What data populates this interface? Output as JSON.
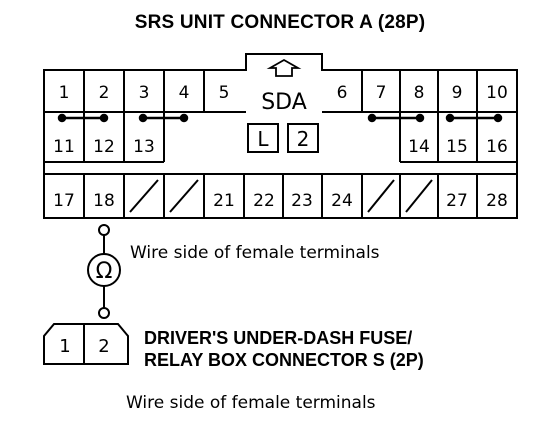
{
  "connector_a": {
    "title": "SRS UNIT CONNECTOR A (28P)",
    "latch_label": "SDA",
    "boxes": [
      "L",
      "2"
    ],
    "row1": [
      "1",
      "2",
      "3",
      "4",
      "5",
      "6",
      "7",
      "8",
      "9",
      "10"
    ],
    "row2": [
      "11",
      "12",
      "13",
      "14",
      "15",
      "16"
    ],
    "row3": [
      "17",
      "18",
      "21",
      "22",
      "23",
      "24",
      "27",
      "28"
    ],
    "wire_note": "Wire side of female terminals"
  },
  "meter": {
    "symbol": "Ω"
  },
  "connector_s": {
    "pins": [
      "1",
      "2"
    ],
    "title_line1": "DRIVER'S UNDER-DASH FUSE/",
    "title_line2": "RELAY BOX CONNECTOR S (2P)",
    "wire_note": "Wire side of female terminals"
  }
}
